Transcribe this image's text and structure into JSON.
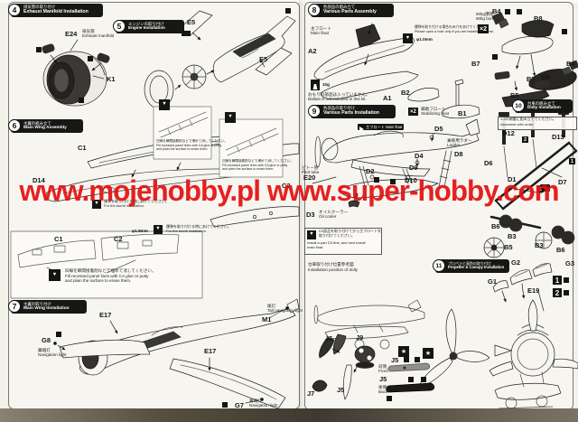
{
  "watermark": "www.mojehobby.pl www.super-hobby.com",
  "icons": {
    "drill": "▼",
    "fill": "▼",
    "star": "★"
  },
  "steps": [
    {
      "num": "4",
      "jp": "排気管の取り付け",
      "en": "Exhaust Manifold Installation"
    },
    {
      "num": "5",
      "jp": "エンジンの取り付け",
      "en": "Engine Installation"
    },
    {
      "num": "6",
      "jp": "主翼の組み立て",
      "en": "Main Wing Assembly"
    },
    {
      "num": "7",
      "jp": "主翼の取り付け",
      "en": "Main Wing Installation"
    },
    {
      "num": "8",
      "jp": "各部品の組み立て",
      "en": "Various Parts Assembly"
    },
    {
      "num": "9",
      "jp": "各部品の取り付け",
      "en": "Various Parts Installation"
    },
    {
      "num": "10",
      "jp": "台車の組み立て",
      "en": "Dolly Installation"
    },
    {
      "num": "11",
      "jp": "プロペラと風防の取り付け",
      "en": "Propeller & Canopy Installation"
    }
  ],
  "s4": {
    "e24": "E24",
    "e24_jp": "排気管",
    "e24_en": "Exhaust manifold",
    "k1": "K1"
  },
  "s5": {
    "e5a": "E5",
    "e5b": "E5"
  },
  "s6": {
    "c1": "C1",
    "d14": "D14",
    "c2": "C2",
    "c1b": "C1",
    "c2b": "C2",
    "fill_jp": "凹線を瞬間接着剤などで埋めて消してください。",
    "fill_en1": "Fill recessed panel lines with CA glue or putty",
    "fill_en2": "and plain the surface to erase them.",
    "drill": "φ1.8mm",
    "drill_jp": "爆弾を取り付ける時にあけてください。",
    "drill_en": "For the bomb installation."
  },
  "s7": {
    "e17a": "E17",
    "e17b": "E17",
    "m1": "M1",
    "m1_jp": "尾灯",
    "m1_en": "Tail navigation light",
    "g8": "G8",
    "g8_jp": "翼端灯",
    "g8_en": "Navigation light",
    "g7": "G7",
    "g7_jp": "翼端灯",
    "g7_en": "Navigation light"
  },
  "s8": {
    "float_jp": "主フロート",
    "float_en": "Main float",
    "a2": "A2",
    "a1": "A1",
    "weight": "10g",
    "ballast_jp": "おもりの部品は入っていません。",
    "ballast_en": "Ballast is not included in this kit.",
    "drill": "φ1.0mm",
    "drill_jp": "爆弾を取り付ける場合のみ穴をあけてください。",
    "drill_en": "Please open a hole only if you are installing a bomb.",
    "b2": "B2",
    "x2": "×2",
    "stab_jp": "補助フロート",
    "stab_en": "Stabilizing float",
    "b1": "B1",
    "bomb_jp": "60kg爆弾",
    "bomb_en": "60kg bomb",
    "bx2": "×2",
    "b4a": "B4",
    "b8": "B8",
    "b7a": "B7",
    "b7b": "B7",
    "b9": "B9",
    "b4b": "B4",
    "b5": "B5"
  },
  "s9": {
    "float_jp": "主フロート",
    "float_en": "Main float",
    "e20": "E20",
    "pitot_jp": "ピトー管",
    "pitot_en": "Pitot tube",
    "d5": "D5",
    "d4": "D4",
    "d8": "D8",
    "ladder_jp": "乗降用ラダー",
    "ladder_en": "Ladder",
    "d9": "D9",
    "d10": "D10",
    "d2": "D2",
    "d3": "D3",
    "oil_jp": "オイルクーラー",
    "oil_en": "Oil cooler",
    "note_jp1": "D3部品を取り付けてから主フロートを",
    "note_jp2": "取り付けてください。",
    "note_en1": "Install a part D3 first, and next install",
    "note_en2": "main float.",
    "ref_jp": "台車取り付け位置参考図",
    "ref_en": "Installation position of dolly"
  },
  "s10": {
    "note_jp": "1-2の順番に組み立ててください。",
    "note_en": "Assemble with order.",
    "d12": "D12",
    "d13": "D13",
    "d6": "D6",
    "d1": "D1",
    "d7": "D7",
    "n1": "1",
    "n2": "2",
    "n2b": "2",
    "b6a": "B6",
    "b3a": "B3",
    "b3b": "B3",
    "b6b": "B6",
    "b5": "B5"
  },
  "s11": {
    "g1": "G1",
    "g2": "G2",
    "g3": "G3",
    "e19": "E19",
    "n1": "1",
    "n2": "2",
    "j5a": "J5",
    "j9": "J9",
    "j7": "J7",
    "j5b": "J5",
    "j5c": "J5",
    "j5d": "J5",
    "front_jp": "前側",
    "front_en": "Front",
    "back_jp": "後側",
    "back_en": "Back"
  }
}
